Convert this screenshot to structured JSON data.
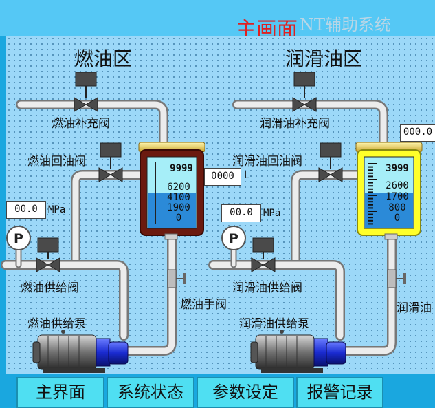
{
  "header": {
    "title_red": "主画面",
    "title_system": "NT辅助系统"
  },
  "fuel": {
    "zone_title": "燃油区",
    "refill_valve_label": "燃油补充阀",
    "return_valve_label": "燃油回油阀",
    "supply_valve_label": "燃油供给阀",
    "pump_label": "燃油供给泵",
    "hand_valve_label": "燃油手阀",
    "pressure_value": "00.0",
    "pressure_unit": "MPa",
    "level_value": "0000",
    "level_unit": "L",
    "gauge_letter": "P",
    "scale": [
      "9999",
      "6200",
      "4100",
      "1900",
      "0"
    ],
    "fill_fraction": 0.5
  },
  "lube": {
    "zone_title": "润滑油区",
    "refill_valve_label": "润滑油补充阀",
    "return_valve_label": "润滑油回油阀",
    "supply_valve_label": "润滑油供给阀",
    "pump_label": "润滑油供给泵",
    "hand_valve_label": "润滑油",
    "pressure_value": "00.0",
    "pressure_unit": "MPa",
    "level_value": "000.0",
    "gauge_letter": "P",
    "scale": [
      "3999",
      "2600",
      "1700",
      "800",
      "0"
    ],
    "fill_fraction": 0.5
  },
  "nav": {
    "main": "主界面",
    "status": "系统状态",
    "params": "参数设定",
    "alarms": "报警记录"
  },
  "colors": {
    "fuel_tank": "#6b1a0f",
    "lube_tank": "#ffff2a",
    "liquid": "#2b8ad8",
    "pipe": "#e0e0e0",
    "motor_blue": "#1a2bd0"
  }
}
